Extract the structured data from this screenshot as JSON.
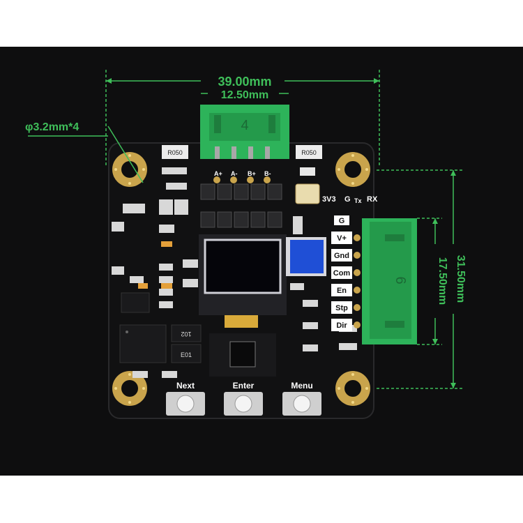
{
  "dimensions": {
    "total_width": "39.00mm",
    "connector_width": "12.50mm",
    "hole_diameter": "φ3.2mm*4",
    "total_height": "31.50mm",
    "connector_height": "17.50mm"
  },
  "top_connector": {
    "pin_count": "4",
    "pins": [
      "A+",
      "A-",
      "B+",
      "B-"
    ]
  },
  "side_connector": {
    "pin_count": "6"
  },
  "side_pins": [
    "V+",
    "Gnd",
    "Com",
    "En",
    "Stp",
    "Dir"
  ],
  "header_pins": [
    "3V3",
    "G",
    "Tx",
    "RX"
  ],
  "ground_label": "G",
  "buttons": [
    "Next",
    "Enter",
    "Menu"
  ],
  "chip_labels": {
    "r1": "R050",
    "r2": "R050",
    "ic1": "E01",
    "ic2": "102"
  },
  "colors": {
    "dimension": "#3fbf5a",
    "board": "#111112",
    "connector": "#2db35a",
    "potentiometer": "#1f4fd6",
    "pads": "#c9a44c"
  }
}
